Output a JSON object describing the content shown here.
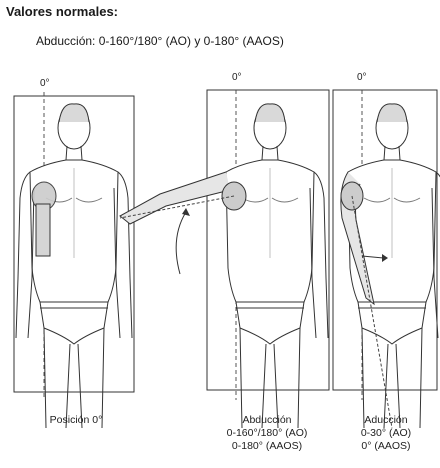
{
  "heading": "Valores normales:",
  "subtitle": "Abducción: 0-160°/180° (AO) y 0-180° (AAOS)",
  "panels": [
    {
      "zero_label": "0°",
      "caption": [
        "Posición 0°"
      ]
    },
    {
      "zero_label": "0°",
      "caption": [
        "Abducción",
        "0-160°/180° (AO)",
        "0-180° (AAOS)"
      ]
    },
    {
      "zero_label": "0°",
      "caption": [
        "Aducción",
        "0-30° (AO)",
        "0° (AAOS)"
      ]
    }
  ]
}
